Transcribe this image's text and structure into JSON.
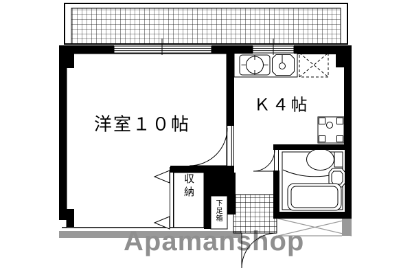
{
  "floor_plan": {
    "rooms": {
      "western_room": {
        "label": "洋室１０帖"
      },
      "kitchen": {
        "label": "Ｋ４帖"
      },
      "closet": {
        "label": "収納"
      },
      "shoe_box": {
        "label": "下足箱"
      }
    },
    "watermark": {
      "text": "Apamanshop",
      "color": "#8f8f8f"
    },
    "colors": {
      "wall": "#000000",
      "common_area": "#999999",
      "floor": "#ffffff"
    }
  }
}
